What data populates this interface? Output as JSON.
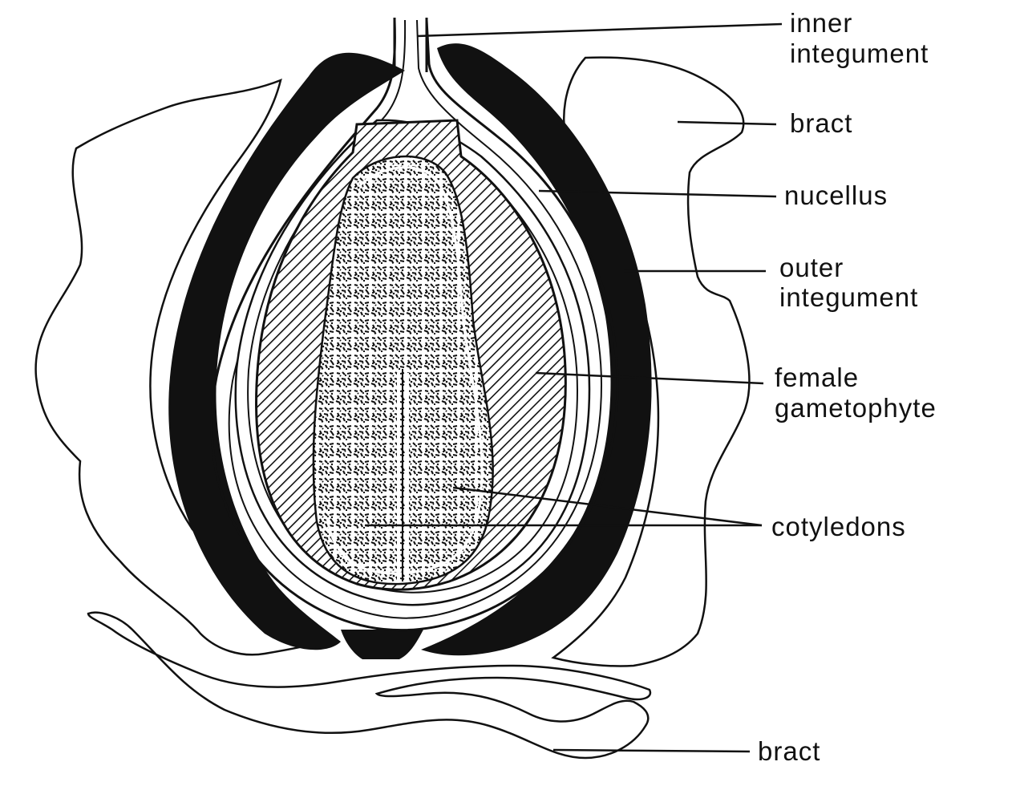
{
  "labels": {
    "inner_integument": [
      "inner",
      "integument"
    ],
    "bract_upper": "bract",
    "nucellus": "nucellus",
    "outer_integument": [
      "outer",
      "integument"
    ],
    "female_gametophyte": [
      "female",
      "gametophyte"
    ],
    "cotyledons": "cotyledons",
    "bract_lower": "bract"
  },
  "colors": {
    "ink": "#111111",
    "paper": "#ffffff"
  }
}
